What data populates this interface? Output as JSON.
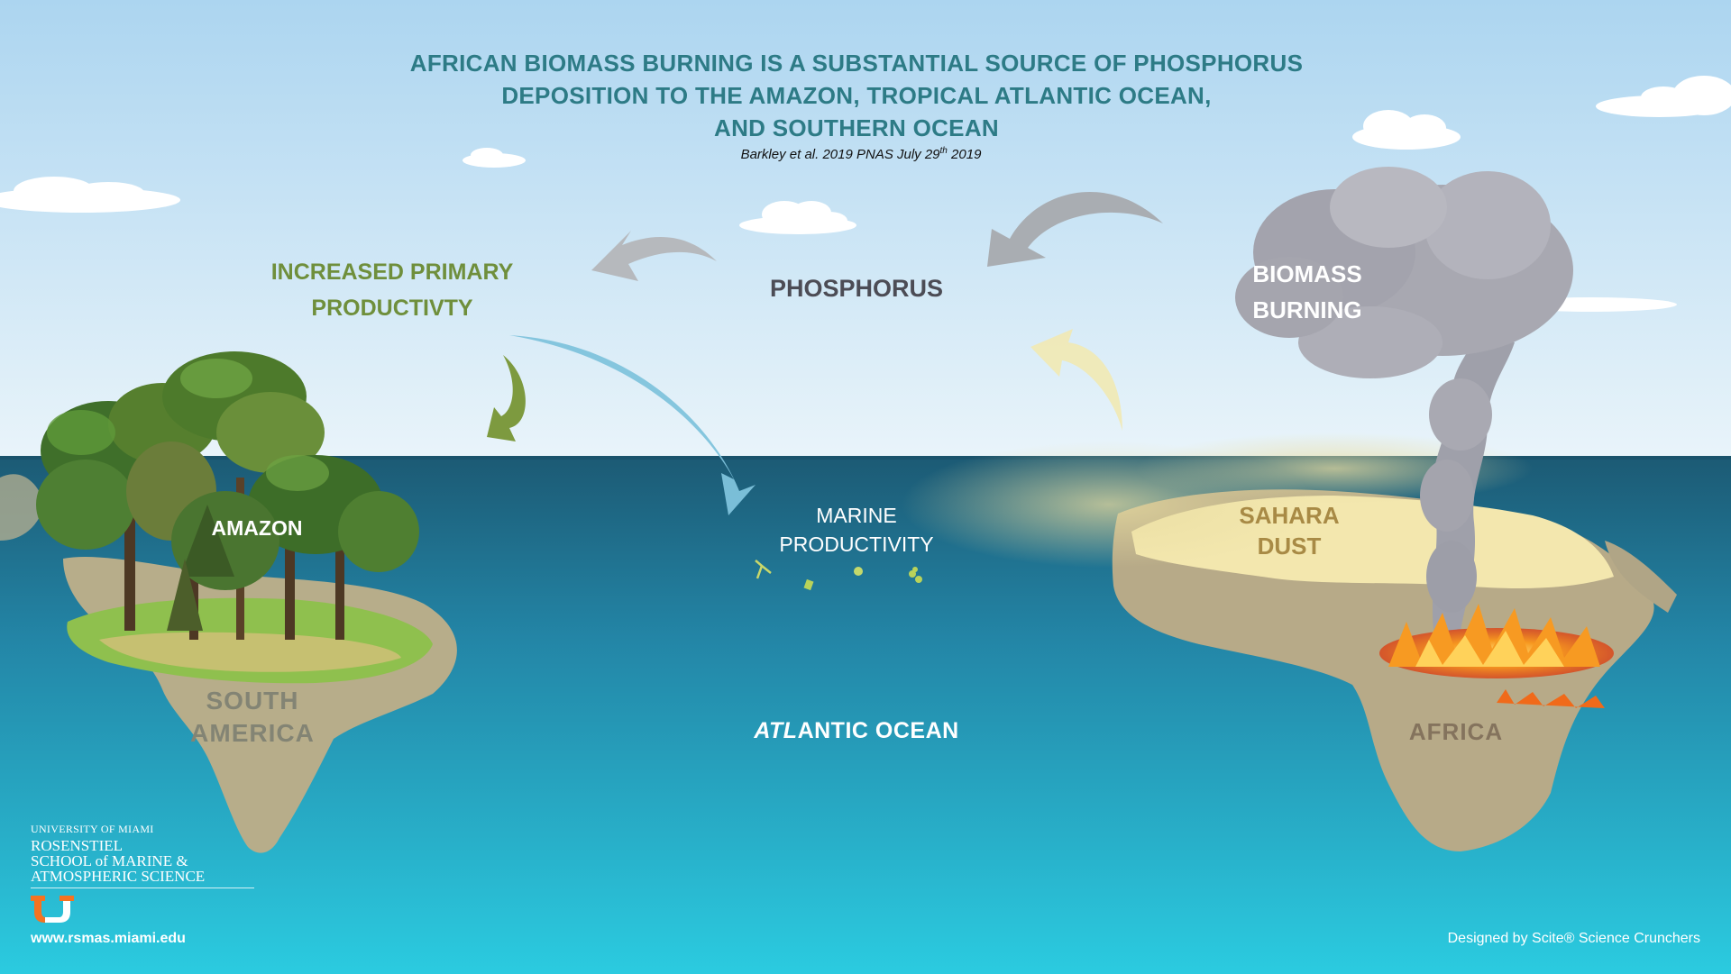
{
  "title": {
    "line1": "AFRICAN BIOMASS BURNING IS A SUBSTANTIAL SOURCE OF PHOSPHORUS",
    "line2": "DEPOSITION TO THE AMAZON, TROPICAL ATLANTIC OCEAN,",
    "line3": "AND SOUTHERN OCEAN"
  },
  "citation": {
    "prefix": "Barkley et al. 2019 PNAS July 29",
    "superscript": "th",
    "suffix": " 2019"
  },
  "labels": {
    "primary_productivity_line1": "INCREASED PRIMARY",
    "primary_productivity_line2": "PRODUCTIVTY",
    "phosphorus": "PHOSPHORUS",
    "biomass_line1": "BIOMASS",
    "biomass_line2": "BURNING",
    "amazon": "AMAZON",
    "marine_line1": "MARINE",
    "marine_line2": "PRODUCTIVITY",
    "sahara_line1": "SAHARA",
    "sahara_line2": "DUST",
    "south_america_line1": "SOUTH",
    "south_america_line2": "AMERICA",
    "africa": "AFRICA",
    "atlantic_italic": "ATL",
    "atlantic_rest": "ANTIC OCEAN"
  },
  "footer": {
    "university": "UNIVERSITY OF MIAMI",
    "school_line1": "ROSENSTIEL",
    "school_line2": "SCHOOL of MARINE &",
    "school_line3": "ATMOSPHERIC SCIENCE",
    "url": "www.rsmas.miami.edu",
    "credit": "Designed by Scite® Science Crunchers"
  },
  "colors": {
    "sky_top": "#aed6f1",
    "sky_bottom": "#e7f3fa",
    "ocean_top": "#1d5e77",
    "ocean_bottom": "#2ac9df",
    "title": "#2d7b86",
    "primary_green": "#6f8f3c",
    "phosphorus_arrow": "#a9adb2",
    "ocean_arrow": "#7fc6df",
    "biomass_arrow": "#f2eab0",
    "land": "#b9ab88",
    "sahara": "#f3e8b0",
    "smoke": "#a9a9b2",
    "fire": "#f48a1e",
    "logo_orange": "#f47321",
    "logo_green": "#005030"
  },
  "icons": [
    "university-logo-icon",
    "fire-icon",
    "smoke-plume-icon",
    "tree-icon",
    "cloud-icon",
    "arrow-icon",
    "plankton-icon"
  ]
}
